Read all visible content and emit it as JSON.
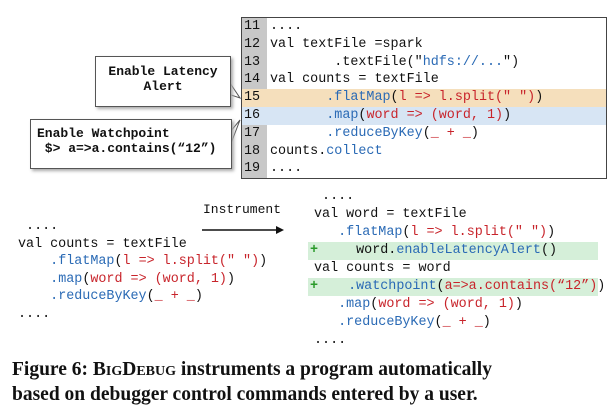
{
  "panel": {
    "lines": [
      {
        "num": "11",
        "hl": "",
        "segs": [
          [
            "....",
            "k"
          ]
        ]
      },
      {
        "num": "12",
        "hl": "",
        "segs": [
          [
            "val textFile =spark",
            "k"
          ]
        ]
      },
      {
        "num": "13",
        "hl": "",
        "segs": [
          [
            "        .textFile(\"",
            "k"
          ],
          [
            "hdfs://...",
            "b"
          ],
          [
            "\")",
            "k"
          ]
        ]
      },
      {
        "num": "14",
        "hl": "",
        "segs": [
          [
            "val counts = textFile",
            "k"
          ]
        ]
      },
      {
        "num": "15",
        "hl": "orange",
        "segs": [
          [
            "       ",
            "k"
          ],
          [
            ".flatMap",
            "b"
          ],
          [
            "(",
            "k"
          ],
          [
            "l => l.split(\" \")",
            "r"
          ],
          [
            ")",
            "k"
          ]
        ]
      },
      {
        "num": "16",
        "hl": "blue",
        "segs": [
          [
            "       ",
            "k"
          ],
          [
            ".map",
            "b"
          ],
          [
            "(",
            "k"
          ],
          [
            "word => (word, 1)",
            "r"
          ],
          [
            ")",
            "k"
          ]
        ]
      },
      {
        "num": "17",
        "hl": "",
        "segs": [
          [
            "       ",
            "k"
          ],
          [
            ".reduceByKey",
            "b"
          ],
          [
            "(",
            "k"
          ],
          [
            "_ + _",
            "r"
          ],
          [
            ")",
            "k"
          ]
        ]
      },
      {
        "num": "18",
        "hl": "",
        "segs": [
          [
            "counts.",
            "k"
          ],
          [
            "collect",
            "b"
          ]
        ]
      },
      {
        "num": "19",
        "hl": "",
        "segs": [
          [
            "....",
            "k"
          ]
        ]
      }
    ]
  },
  "callouts": {
    "latency": {
      "line1": "Enable Latency",
      "line2": "Alert"
    },
    "watchpoint": {
      "line1": "Enable Watchpoint",
      "line2": " $> a=>a.contains(“12”)"
    }
  },
  "arrow_label": "Instrument",
  "before": {
    "lines": [
      {
        "segs": [
          [
            " ....",
            "k"
          ]
        ]
      },
      {
        "segs": [
          [
            "val counts = textFile",
            "k"
          ]
        ]
      },
      {
        "segs": [
          [
            "    ",
            "k"
          ],
          [
            ".flatMap",
            "b"
          ],
          [
            "(",
            "k"
          ],
          [
            "l => l.split(\" \")",
            "r"
          ],
          [
            ")",
            "k"
          ]
        ]
      },
      {
        "segs": [
          [
            "    ",
            "k"
          ],
          [
            ".map",
            "b"
          ],
          [
            "(",
            "k"
          ],
          [
            "word => (word, 1)",
            "r"
          ],
          [
            ")",
            "k"
          ]
        ]
      },
      {
        "segs": [
          [
            "    ",
            "k"
          ],
          [
            ".reduceByKey",
            "b"
          ],
          [
            "(",
            "k"
          ],
          [
            "_ + _",
            "r"
          ],
          [
            ")",
            "k"
          ]
        ]
      },
      {
        "segs": [
          [
            "....",
            "k"
          ]
        ]
      }
    ]
  },
  "after": {
    "lines": [
      {
        "plus": "",
        "segs": [
          [
            " ....",
            "k"
          ]
        ]
      },
      {
        "plus": "",
        "segs": [
          [
            "val word = textFile",
            "k"
          ]
        ]
      },
      {
        "plus": "",
        "segs": [
          [
            "   ",
            "k"
          ],
          [
            ".flatMap",
            "b"
          ],
          [
            "(",
            "k"
          ],
          [
            "l => l.split(\" \")",
            "r"
          ],
          [
            ")",
            "k"
          ]
        ]
      },
      {
        "plus": "+",
        "segs": [
          [
            "    word.",
            "k"
          ],
          [
            "enableLatencyAlert",
            "b"
          ],
          [
            "()",
            "k"
          ]
        ]
      },
      {
        "plus": "",
        "segs": [
          [
            "val counts = word",
            "k"
          ]
        ]
      },
      {
        "plus": "+",
        "segs": [
          [
            "   ",
            "k"
          ],
          [
            ".watchpoint",
            "b"
          ],
          [
            "(",
            "k"
          ],
          [
            "a=>a.contains(“12”)",
            "r"
          ],
          [
            ")",
            "k"
          ]
        ]
      },
      {
        "plus": "",
        "segs": [
          [
            "   ",
            "k"
          ],
          [
            ".map",
            "b"
          ],
          [
            "(",
            "k"
          ],
          [
            "word => (word, 1)",
            "r"
          ],
          [
            ")",
            "k"
          ]
        ]
      },
      {
        "plus": "",
        "segs": [
          [
            "   ",
            "k"
          ],
          [
            ".reduceByKey",
            "b"
          ],
          [
            "(",
            "k"
          ],
          [
            "_ + _",
            "r"
          ],
          [
            ")",
            "k"
          ]
        ]
      },
      {
        "plus": "",
        "segs": [
          [
            "....",
            "k"
          ]
        ]
      }
    ]
  },
  "caption": {
    "label": "Figure 6:",
    "tool": "BigDebug",
    "line1_rest": " instruments a program automatically",
    "line2": "based on debugger control commands entered by a user."
  }
}
